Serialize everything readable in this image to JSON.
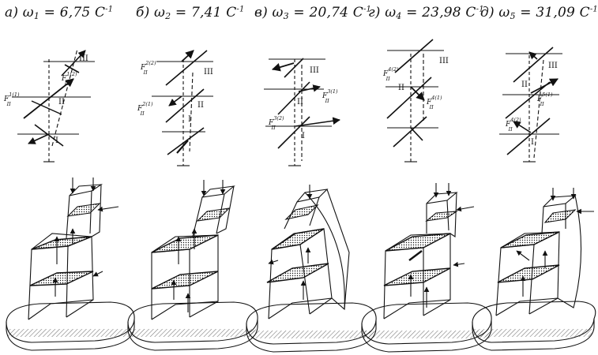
{
  "panels": [
    {
      "letter": "а)",
      "omega_sub": "1",
      "omega_value": "= 6,75 C",
      "forces": [
        {
          "text": "F",
          "sub": "II",
          "sup": "1(1)"
        },
        {
          "text": "F",
          "sub": "II",
          "sup": "1(2)"
        }
      ]
    },
    {
      "letter": "б)",
      "omega_sub": "2",
      "omega_value": "= 7,41 C",
      "forces": [
        {
          "text": "F",
          "sub": "II",
          "sup": "2(2)"
        },
        {
          "text": "F",
          "sub": "II",
          "sup": "2(1)"
        }
      ]
    },
    {
      "letter": "в)",
      "omega_sub": "3",
      "omega_value": "= 20,74 C",
      "forces": [
        {
          "text": "F",
          "sub": "II",
          "sup": "3(1)"
        },
        {
          "text": "F",
          "sub": "II",
          "sup": "3(2)"
        }
      ]
    },
    {
      "letter": "г)",
      "omega_sub": "4",
      "omega_value": "= 23,98 C",
      "forces": [
        {
          "text": "F",
          "sub": "II",
          "sup": "4(2)"
        },
        {
          "text": "F",
          "sub": "II",
          "sup": "4(1)"
        }
      ]
    },
    {
      "letter": "д)",
      "omega_sub": "5",
      "omega_value": "= 31,09 C",
      "forces": [
        {
          "text": "F",
          "sub": "II",
          "sup": "5(1)"
        },
        {
          "text": "F",
          "sub": "II",
          "sup": "4(2)"
        }
      ]
    }
  ],
  "omega_symbol": "ω",
  "unit_exponent": "-1",
  "floor_labels": [
    "I",
    "II",
    "III"
  ]
}
